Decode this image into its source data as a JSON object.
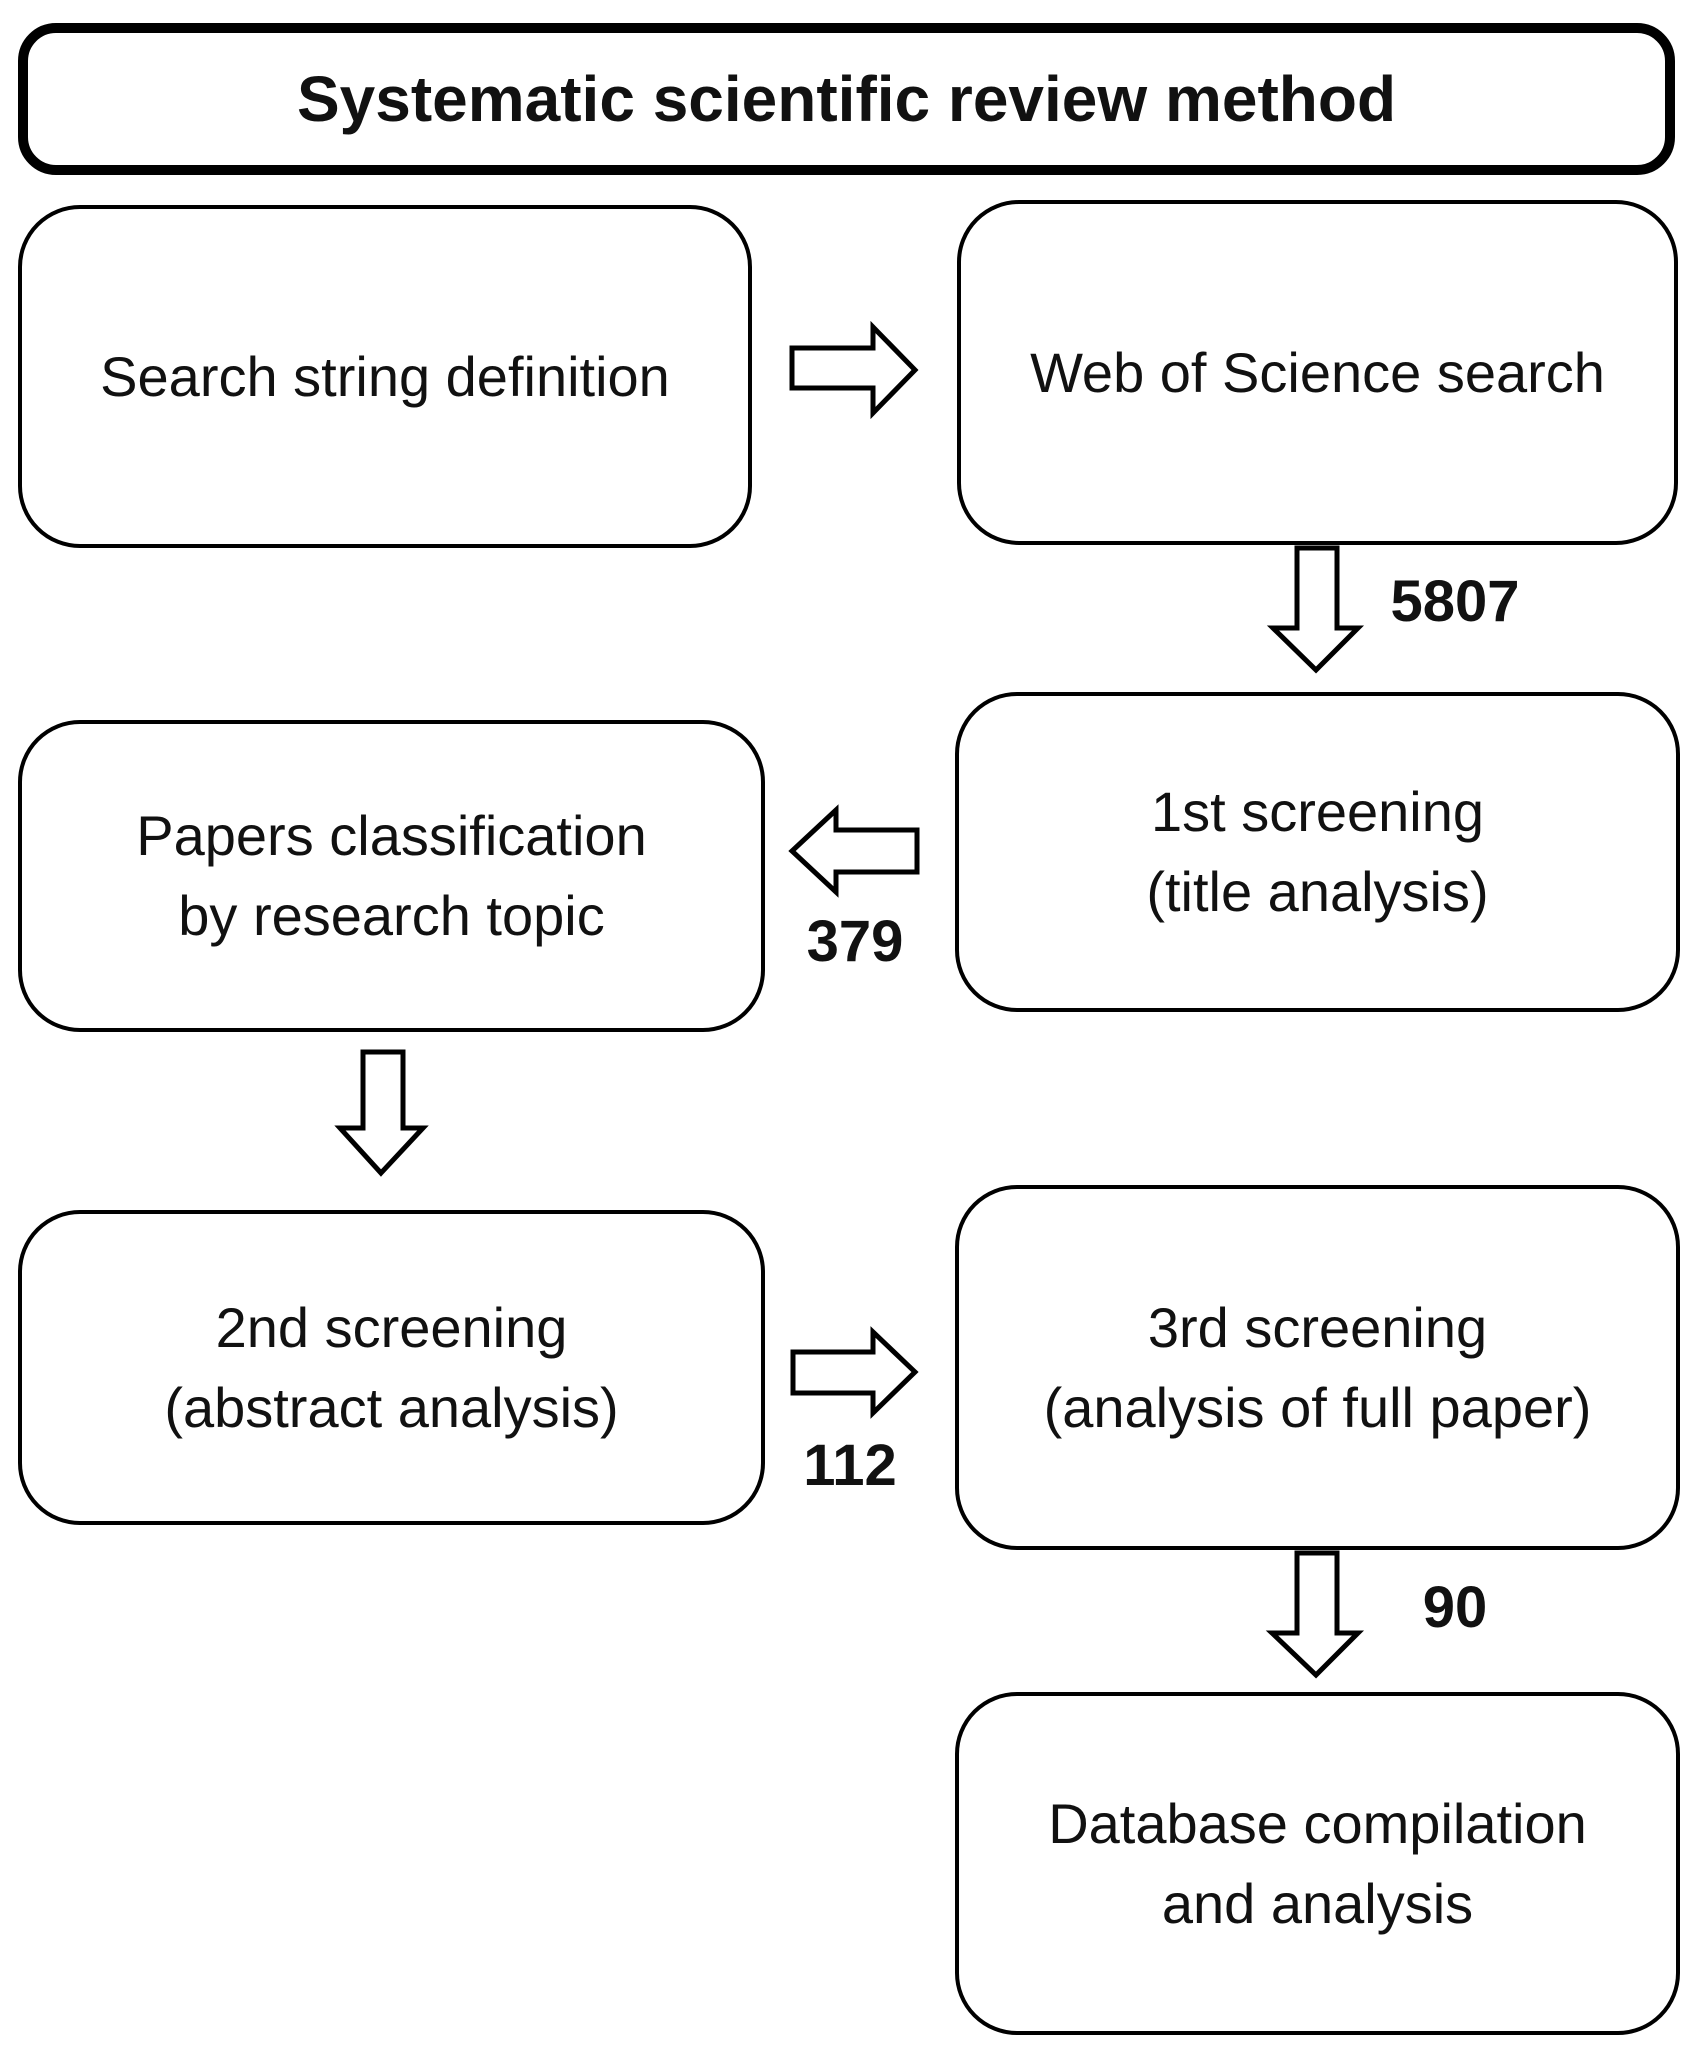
{
  "title": "Systematic scientific review method",
  "boxes": {
    "search_string": "Search string definition",
    "wos_search": "Web of Science search",
    "screening1": "1st screening\n(title analysis)",
    "classification": "Papers classification\nby research topic",
    "screening2": "2nd screening\n(abstract analysis)",
    "screening3": "3rd screening\n(analysis of full paper)",
    "database": "Database compilation\nand analysis"
  },
  "counts": {
    "wos_to_screening1": "5807",
    "screening1_to_classification": "379",
    "screening2_to_screening3": "112",
    "screening3_to_database": "90"
  },
  "colors": {
    "line": "#000000",
    "background": "#ffffff",
    "text": "#111111"
  }
}
